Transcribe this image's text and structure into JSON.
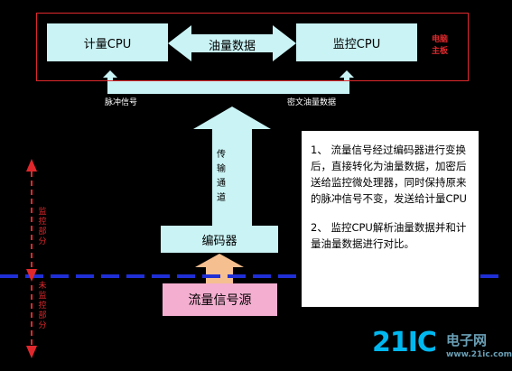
{
  "boxes": {
    "metering_cpu": "计量CPU",
    "monitor_cpu": "监控CPU",
    "encoder": "编码器",
    "flow_source": "流量信号源"
  },
  "labels": {
    "fuel_data": "油量数据",
    "motherboard": "电脑主板",
    "pulse_signal": "脉冲信号",
    "cipher_fuel_data": "密文油量数据",
    "channel": "传输通道",
    "monitored_part": "监控部分",
    "unmonitored_part": "未监控部分"
  },
  "note": {
    "item1": "1、 流量信号经过编码器进行变换后，直接转化为油量数据，加密后送给监控微处理器，同时保持原来的脉冲信号不变，发送给计量CPU",
    "item2": "2、 监控CPU解析油量数据并和计量油量数据进行对比。"
  },
  "watermark": {
    "brand": "21IC",
    "cn": "电子网",
    "url": "www.21ic.com"
  },
  "colors": {
    "background": "#000000",
    "box_fill": "#c9f3f5",
    "source_fill": "#f4aed0",
    "frame_red": "#e0282c",
    "dashed_blue": "#1f2fd6",
    "orange": "#f5bf8f"
  }
}
